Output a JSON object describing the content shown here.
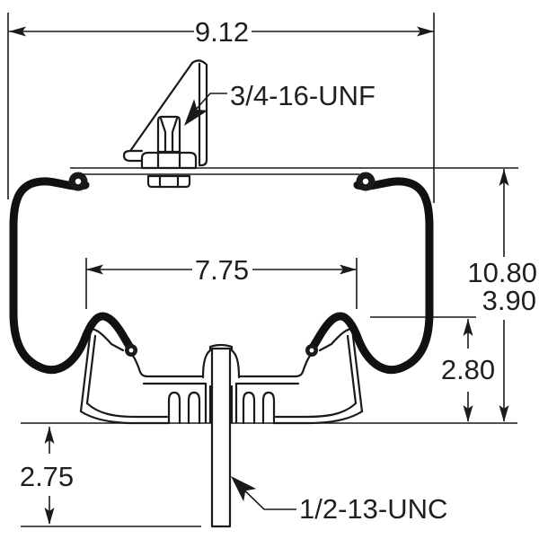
{
  "diagram": {
    "type": "technical-drawing",
    "subject": "air-spring-assembly-cross-section",
    "background": "#ffffff",
    "line_color": "#1a1a1a",
    "dimensions": {
      "overall_width": {
        "label": "9.12"
      },
      "piston_base_width": {
        "label": "7.75"
      },
      "overall_height": {
        "label": "10.80"
      },
      "secondary_height": {
        "label": "3.90"
      },
      "piston_height": {
        "label": "2.80"
      },
      "stud_protrusion": {
        "label": "2.75"
      }
    },
    "callouts": {
      "top_stud_thread": {
        "label": "3/4-16-UNF"
      },
      "bottom_stud_thread": {
        "label": "1/2-13-UNC"
      }
    }
  }
}
